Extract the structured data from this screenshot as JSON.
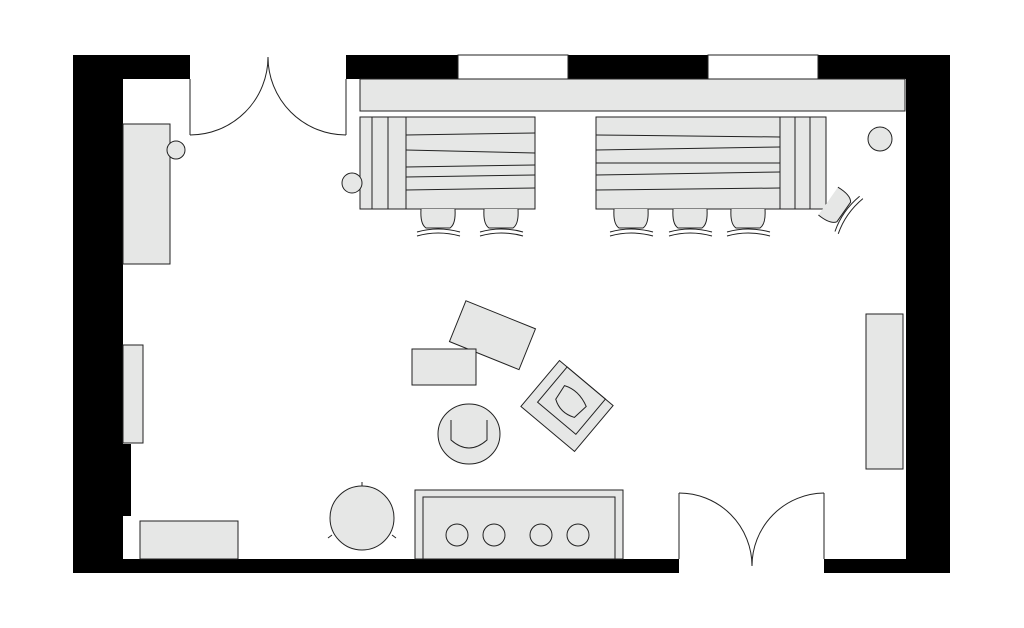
{
  "plan": {
    "colors": {
      "wall": "#000000",
      "furniture_fill": "#e6e7e6",
      "outline": "#222222",
      "background": "#ffffff"
    },
    "icons": {
      "doors": [
        "double-swing-door-top-left",
        "double-swing-door-bottom-right"
      ],
      "windows": [
        "window-top-1",
        "window-top-2"
      ]
    }
  }
}
